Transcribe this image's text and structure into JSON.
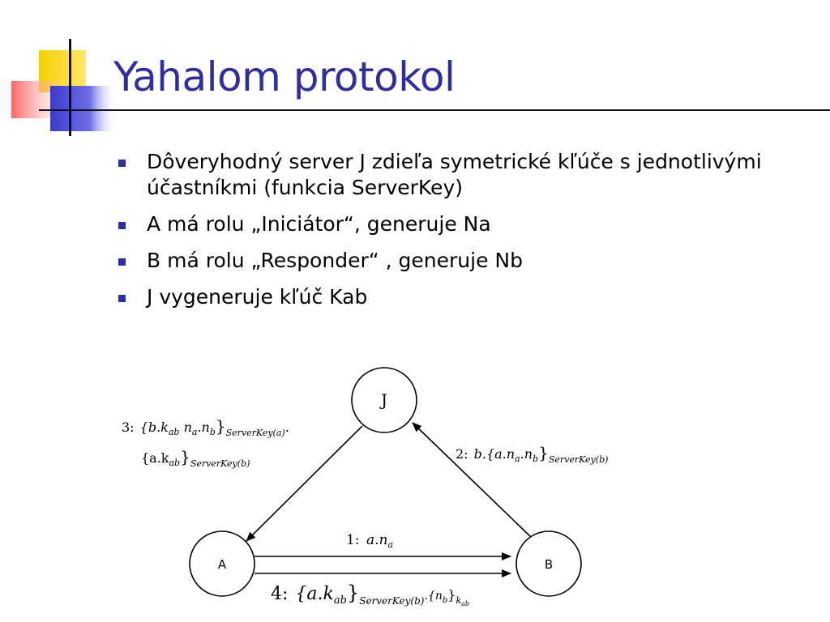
{
  "slide": {
    "title": "Yahalom protokol",
    "bullets": [
      "Dôveryhodný server J zdieľa symetrické kľúče s jednotlivými účastníkmi (funkcia ServerKey)",
      "A má rolu „Iniciátor“, generuje Na",
      "B má rolu „Responder“ , generuje Nb",
      "J vygeneruje kľúč Kab"
    ]
  },
  "diagram": {
    "nodes": {
      "server": "J",
      "initiator": "A",
      "responder": "B"
    },
    "messages": {
      "m1": {
        "num": "1:",
        "text": "a.n",
        "sub": "a"
      },
      "m2": {
        "num": "2:",
        "pre": "b.{a.n",
        "sub1": "a",
        "mid": ".n",
        "sub2": "b",
        "close": "}",
        "key": "ServerKey(b)"
      },
      "m3": {
        "num": "3:",
        "line1": {
          "open": "{b.k",
          "sub1": "ab",
          "t2": " n",
          "sub2": "a",
          "t3": ".n",
          "sub3": "b",
          "close": "}",
          "key": "ServerKey(a)",
          "sep": "."
        },
        "line2": {
          "open": "{a.k",
          "sub1": "ab",
          "close": "}",
          "key": "ServerKey(b)"
        }
      },
      "m4": {
        "num": "4:",
        "open": "{a.k",
        "sub1": "ab",
        "close": "}",
        "key": "ServerKey(b)",
        "sep": ".",
        "open2": "{n",
        "sub2": "b",
        "close2": "}",
        "key2": "k",
        "key2sub": "ab"
      }
    }
  },
  "colors": {
    "title": "#2e2e9e",
    "bullet": "#2e2e9e",
    "logo_yellow": "#f5c400",
    "logo_red": "#f26a6a",
    "logo_blue": "#4a4ad6"
  }
}
